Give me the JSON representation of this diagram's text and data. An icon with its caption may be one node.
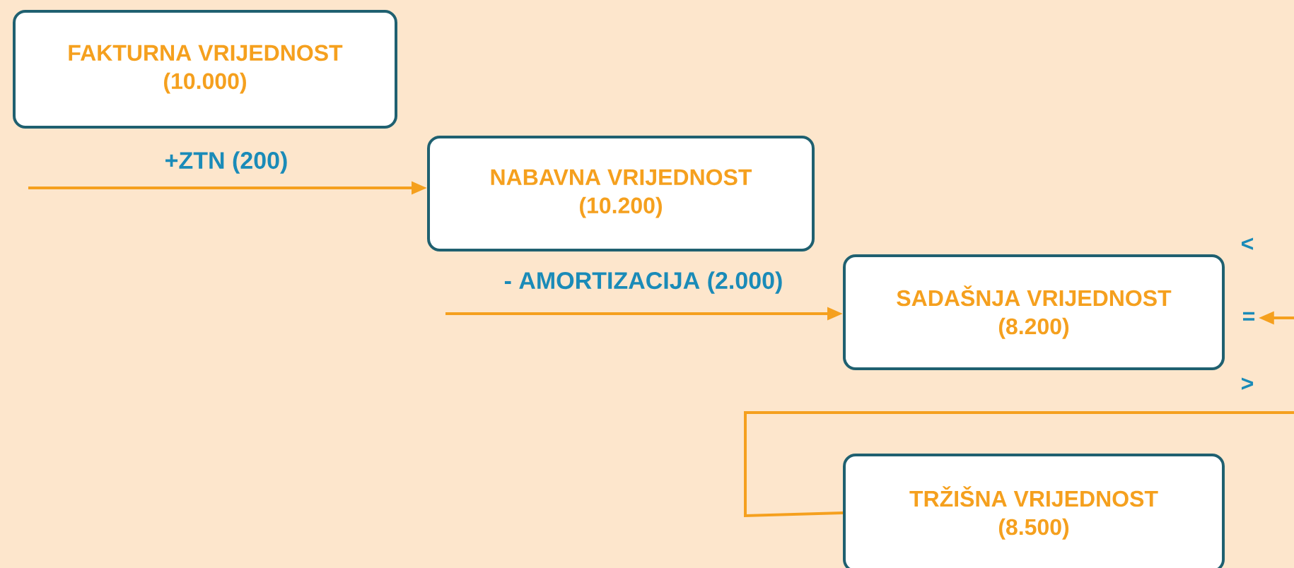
{
  "diagram": {
    "nodes": [
      {
        "text": [
          "FAKTURNA VRIJEDNOST",
          "(10.000)"
        ]
      },
      {
        "text": [
          "NABAVNA VRIJEDNOST",
          "(10.200)"
        ]
      },
      {
        "text": [
          "SADAŠNJA VRIJEDNOST",
          "(8.200)"
        ]
      },
      {
        "text": [
          "="
        ]
      },
      {
        "text": [
          "TRŽIŠNA VRIJEDNOST",
          "(8.500)"
        ]
      }
    ],
    "edges": [
      {
        "from": null,
        "to": 1,
        "arrow": "to",
        "label": "+ZTN (200)"
      },
      {
        "from": null,
        "to": 2,
        "arrow": "to",
        "label": "- AMORTIZACIJA (2.000)"
      },
      {
        "from": 4,
        "to": 3,
        "arrow": "to"
      }
    ],
    "labels": [
      "<",
      ">"
    ]
  }
}
